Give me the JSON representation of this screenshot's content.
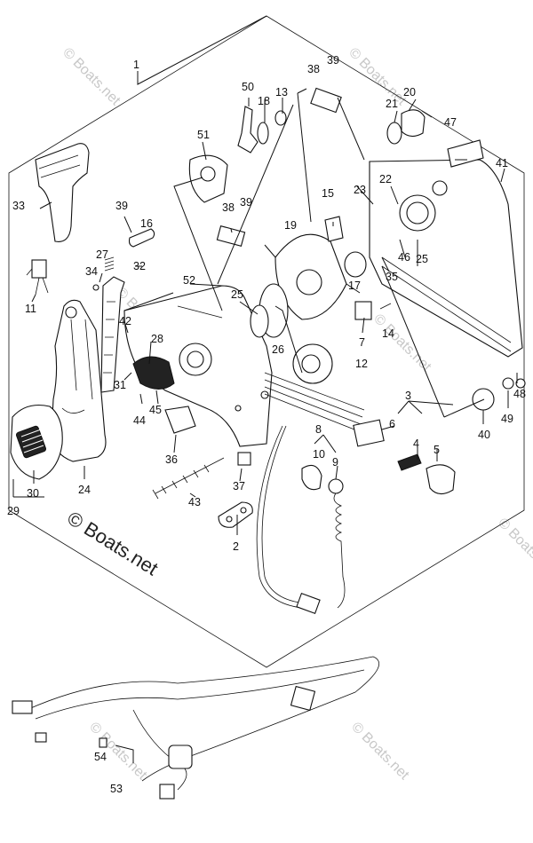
{
  "watermark": {
    "text": "© Boats.net"
  },
  "parts": [
    {
      "id": "p1",
      "label": "1"
    },
    {
      "id": "p2",
      "label": "2"
    },
    {
      "id": "p3",
      "label": "3"
    },
    {
      "id": "p4",
      "label": "4"
    },
    {
      "id": "p5",
      "label": "5"
    },
    {
      "id": "p6",
      "label": "6"
    },
    {
      "id": "p7",
      "label": "7"
    },
    {
      "id": "p8",
      "label": "8"
    },
    {
      "id": "p9",
      "label": "9"
    },
    {
      "id": "p10",
      "label": "10"
    },
    {
      "id": "p11",
      "label": "11"
    },
    {
      "id": "p12",
      "label": "12"
    },
    {
      "id": "p13",
      "label": "13"
    },
    {
      "id": "p14",
      "label": "14"
    },
    {
      "id": "p15",
      "label": "15"
    },
    {
      "id": "p16",
      "label": "16"
    },
    {
      "id": "p17",
      "label": "17"
    },
    {
      "id": "p18",
      "label": "18"
    },
    {
      "id": "p19",
      "label": "19"
    },
    {
      "id": "p20",
      "label": "20"
    },
    {
      "id": "p21",
      "label": "21"
    },
    {
      "id": "p22",
      "label": "22"
    },
    {
      "id": "p23",
      "label": "23"
    },
    {
      "id": "p24",
      "label": "24"
    },
    {
      "id": "p25a",
      "label": "25"
    },
    {
      "id": "p25b",
      "label": "25"
    },
    {
      "id": "p26",
      "label": "26"
    },
    {
      "id": "p27",
      "label": "27"
    },
    {
      "id": "p28",
      "label": "28"
    },
    {
      "id": "p29",
      "label": "29"
    },
    {
      "id": "p30",
      "label": "30"
    },
    {
      "id": "p31",
      "label": "31"
    },
    {
      "id": "p32",
      "label": "32"
    },
    {
      "id": "p33",
      "label": "33"
    },
    {
      "id": "p34",
      "label": "34"
    },
    {
      "id": "p35",
      "label": "35"
    },
    {
      "id": "p36",
      "label": "36"
    },
    {
      "id": "p37",
      "label": "37"
    },
    {
      "id": "p38a",
      "label": "38"
    },
    {
      "id": "p38b",
      "label": "38"
    },
    {
      "id": "p39a",
      "label": "39"
    },
    {
      "id": "p39b",
      "label": "39"
    },
    {
      "id": "p39c",
      "label": "39"
    },
    {
      "id": "p40",
      "label": "40"
    },
    {
      "id": "p41",
      "label": "41"
    },
    {
      "id": "p42",
      "label": "42"
    },
    {
      "id": "p43",
      "label": "43"
    },
    {
      "id": "p44",
      "label": "44"
    },
    {
      "id": "p45",
      "label": "45"
    },
    {
      "id": "p46",
      "label": "46"
    },
    {
      "id": "p47",
      "label": "47"
    },
    {
      "id": "p48",
      "label": "48"
    },
    {
      "id": "p49",
      "label": "49"
    },
    {
      "id": "p50",
      "label": "50"
    },
    {
      "id": "p51",
      "label": "51"
    },
    {
      "id": "p52",
      "label": "52"
    },
    {
      "id": "p53",
      "label": "53"
    },
    {
      "id": "p54",
      "label": "54"
    }
  ]
}
